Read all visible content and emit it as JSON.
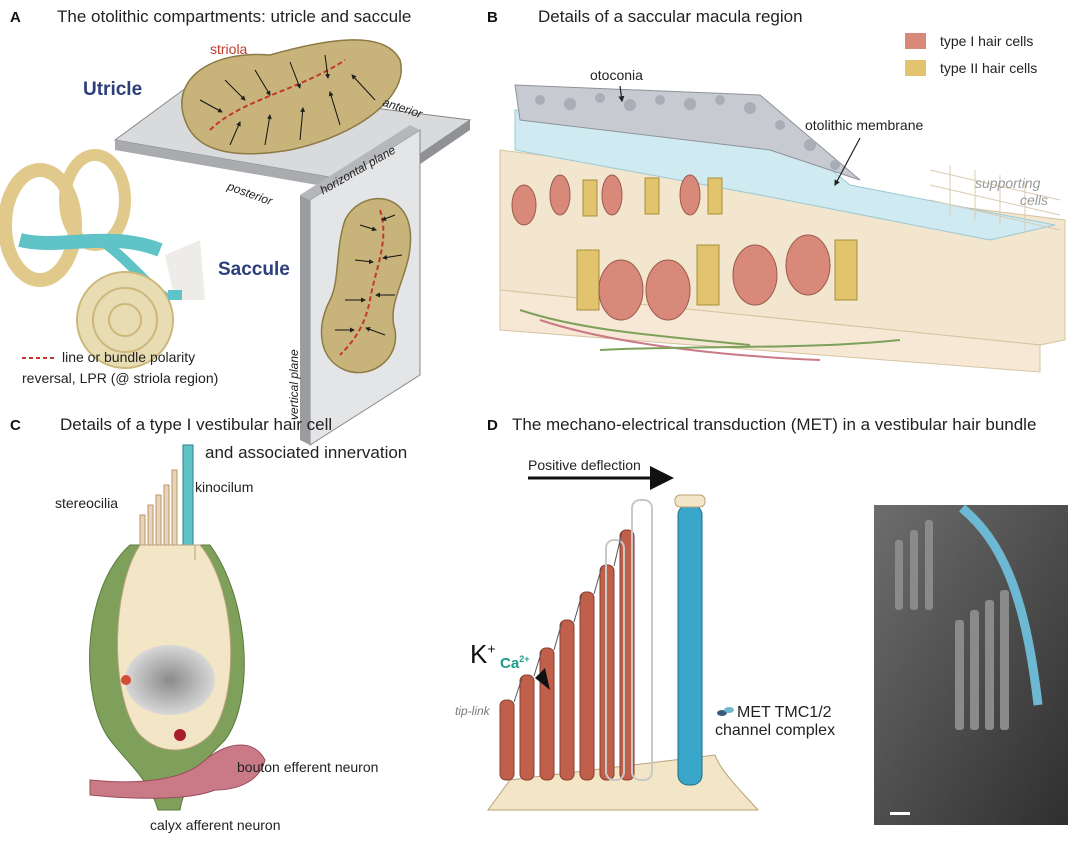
{
  "panels": {
    "a": {
      "letter": "A",
      "title": "The otolithic compartments: utricle and saccule",
      "utricle": "Utricle",
      "saccule": "Saccule",
      "striola": "striola",
      "anterior": "anterior",
      "posterior": "posterior",
      "horizontal_plane": "horizontal plane",
      "vertical_plane": "vertical plane",
      "legend_line1": "line or bundle polarity",
      "legend_line2": "reversal, LPR (@ striola region)",
      "colors": {
        "macula": "#c8b47a",
        "striola_line": "#c0392b",
        "inner_ear_teal": "#5fc3c8",
        "plane": "#d9dadc"
      }
    },
    "b": {
      "letter": "B",
      "title": "Details of a saccular macula region",
      "legend_type1": "type I hair cells",
      "legend_type2": "type II hair cells",
      "otoconia": "otoconia",
      "otolithic_membrane": "otolithic membrane",
      "supporting_cells_1": "supporting",
      "supporting_cells_2": "cells",
      "colors": {
        "type1": "#d9897a",
        "type2": "#e2c46e",
        "membrane": "#cfeaf0"
      }
    },
    "c": {
      "letter": "C",
      "title_line1": "Details of a type I vestibular hair cell",
      "title_line2": "and associated innervation",
      "stereocilia": "stereocilia",
      "kinocilum": "kinocilum",
      "bouton": "bouton efferent neuron",
      "calyx": "calyx afferent neuron",
      "colors": {
        "calyx": "#7fa05a",
        "cell": "#f3e6c6",
        "bouton": "#c97a86"
      }
    },
    "d": {
      "letter": "D",
      "title": "The mechano-electrical transduction (MET) in a vestibular hair bundle",
      "positive_deflection": "Positive deflection",
      "k_ion": "K",
      "k_sup": "+",
      "ca_ion": "Ca",
      "ca_sup": "2+",
      "tip_link": "tip-link",
      "met_line1": "MET TMC1/2",
      "met_line2": "channel complex",
      "colors": {
        "stereocilia": "#c0604a",
        "kinocilium": "#3aa6c9",
        "ca_text": "#1a9a8a"
      }
    }
  }
}
